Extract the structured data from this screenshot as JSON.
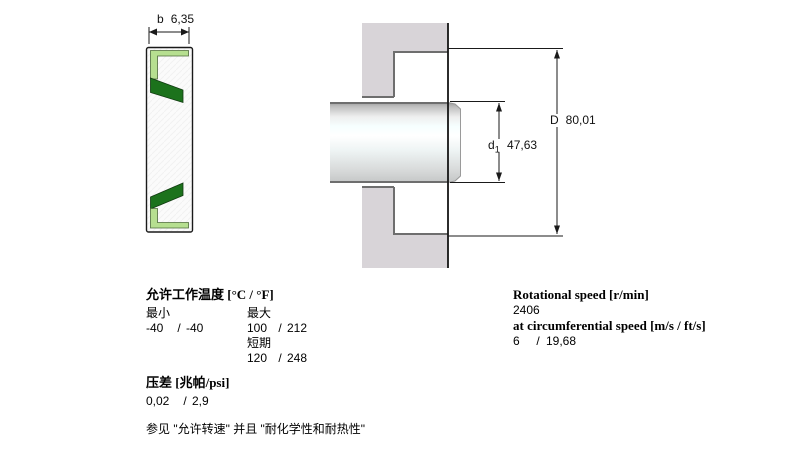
{
  "colors": {
    "insert_green": "#b6df90",
    "lip_green": "#1c721c",
    "housing_gray": "#d8d4d8",
    "edge_gray": "#6e6e6e",
    "line_black": "#1a1a1a"
  },
  "separator": "/",
  "dimensions": {
    "b_label": "b",
    "b_value": "6,35",
    "d1_label": "d",
    "d1_sub": "1",
    "d1_value": "47,63",
    "D_label": "D",
    "D_value": "80,01"
  },
  "temperature": {
    "title": "允许工作温度 [°C / °F]",
    "min_label": "最小",
    "max_label": "最大",
    "min_c": "-40",
    "min_f": "-40",
    "max_c": "100",
    "max_f": "212",
    "short_term_label": "短期",
    "short_c": "120",
    "short_f": "248"
  },
  "pressure": {
    "title": "压差 [兆帕/psi]",
    "mpa": "0,02",
    "psi": "2,9"
  },
  "note": "参见 \"允许转速\" 并且 \"耐化学性和耐热性\"",
  "speed": {
    "rotational_title": "Rotational speed [r/min]",
    "rotational_value": "2406",
    "circumferential_title": "at circumferential speed [m/s / ft/s]",
    "ms": "6",
    "fts": "19,68"
  }
}
